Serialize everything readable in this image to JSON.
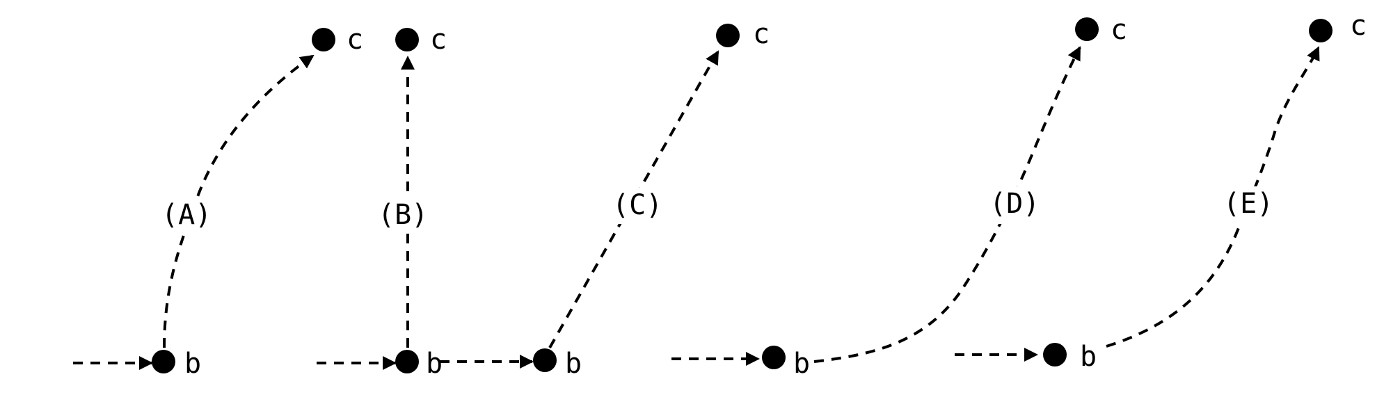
{
  "diagram": {
    "paths": [
      {
        "id": "A",
        "label": "(A)",
        "start_label": "b",
        "end_label": "c",
        "shape": "curve"
      },
      {
        "id": "B",
        "label": "(B)",
        "start_label": "b",
        "end_label": "c",
        "shape": "vertical"
      },
      {
        "id": "C",
        "label": "(C)",
        "start_label": "b",
        "end_label": "c",
        "shape": "diagonal"
      },
      {
        "id": "D",
        "label": "(D)",
        "start_label": "b",
        "end_label": "c",
        "shape": "s-curve"
      },
      {
        "id": "E",
        "label": "(E)",
        "start_label": "b",
        "end_label": "c",
        "shape": "curve-late"
      }
    ],
    "colors": {
      "ink": "#000000",
      "background": "#ffffff"
    }
  }
}
